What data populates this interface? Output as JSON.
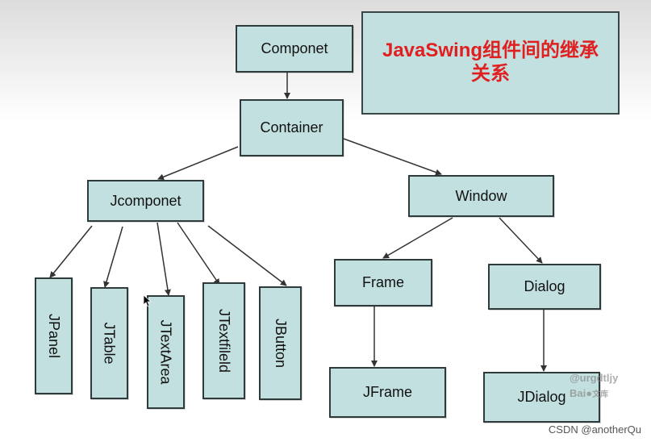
{
  "title": "JavaSwing组件间的继承关系",
  "nodes": {
    "componet": "Componet",
    "container": "Container",
    "jcomponet": "Jcomponet",
    "window": "Window",
    "jpanel": "JPanel",
    "jtable": "JTable",
    "jtextarea": "JTextArea",
    "jtextfileld": "JTextfileld",
    "jbutton": "JButton",
    "frame": "Frame",
    "dialog": "Dialog",
    "jframe": "JFrame",
    "jdialog": "JDialog"
  },
  "watermark": {
    "user": "@urgdtljy",
    "brand": "Bai",
    "brand_suffix": "文库"
  },
  "footer": "CSDN @anotherQu",
  "colors": {
    "node_fill": "#c3e0e0",
    "node_border": "#2f3a3a",
    "title_text": "#e02020",
    "arrow": "#333333"
  }
}
